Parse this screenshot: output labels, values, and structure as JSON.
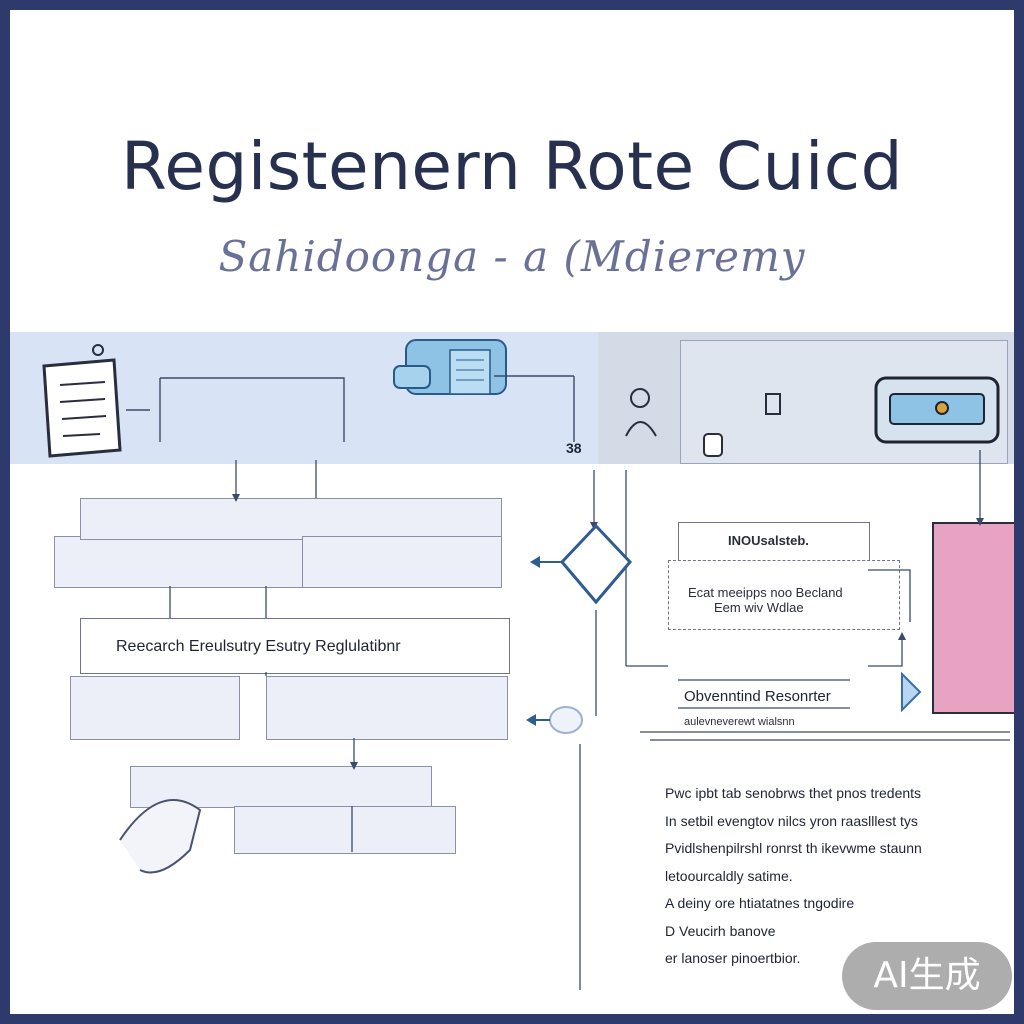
{
  "header": {
    "title": "Registenern Rote Cuicd",
    "subtitle": "Sahidoonga - a (Mdieremy"
  },
  "diagram": {
    "left_main_label": "Reecarch Ereulsutry  Esutry Reglulatibnr",
    "band_number": "38",
    "right": {
      "box_top_label": "INOUsalsteb.",
      "box_mid_line1": "Ecat meeipps noo Becland",
      "box_mid_line2": "Eem wiv Wdlae",
      "box_bottom_label": "Obvenntind Resonrter",
      "box_bottom_caption": "aulevneverewt wialsnn"
    },
    "paragraph": [
      "Pwc ipbt tab senobrws thet pnos tredents",
      "In  setbil evengtov nilcs yron raaslllest tys",
      "Pvidlshenpilrshl ronrst  th ikevwme staunn",
      "letoourcaldly satime.",
      "A  deiny ore htiatatnes tngodire",
      "D  Veucirh banove",
      "er  lanoser pinoertbior."
    ]
  },
  "watermark": {
    "label": "AI生成"
  },
  "colors": {
    "frame": "#2e3a6b",
    "band": "#d8e4f6",
    "accent_blue": "#3a6ea8",
    "pink": "#e8a2c2"
  }
}
